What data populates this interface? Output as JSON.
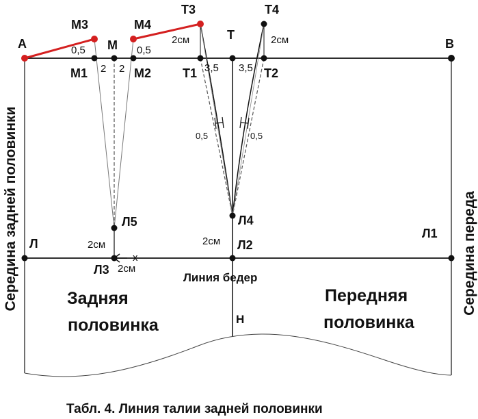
{
  "points": {
    "A": "А",
    "M3": "М3",
    "M": "М",
    "M4": "М4",
    "T3": "Т3",
    "T": "Т",
    "T4": "Т4",
    "B": "В",
    "M1": "М1",
    "M2": "М2",
    "T1": "Т1",
    "T2": "Т2",
    "L5": "Л5",
    "L4": "Л4",
    "L": "Л",
    "L2": "Л2",
    "L1": "Л1",
    "L3": "Л3",
    "H": "Н"
  },
  "measures": {
    "m3_a": "0,5",
    "m4_a": "0,5",
    "m1_m": "2",
    "m_m2": "2",
    "t3_t1": "2см",
    "t4_t2": "2см",
    "t1_t": "3,5",
    "t_t2": "3,5",
    "dart_left": "0,5",
    "dart_right": "0,5",
    "l5_l3": "2см",
    "l3_x": "2см",
    "l4_l2": "2см",
    "x_mark": "x"
  },
  "labels": {
    "hip_line": "Линия бедер",
    "back_half": [
      "Задняя",
      "половинка"
    ],
    "front_half": [
      "Передняя",
      "половинка"
    ],
    "left_side": "Середина задней половинки",
    "right_side": "Середина переда",
    "caption": "Табл. 4. Линия талии задней половинки"
  },
  "colors": {
    "red": "#d42020",
    "line": "#111111",
    "thin": "#777777"
  }
}
